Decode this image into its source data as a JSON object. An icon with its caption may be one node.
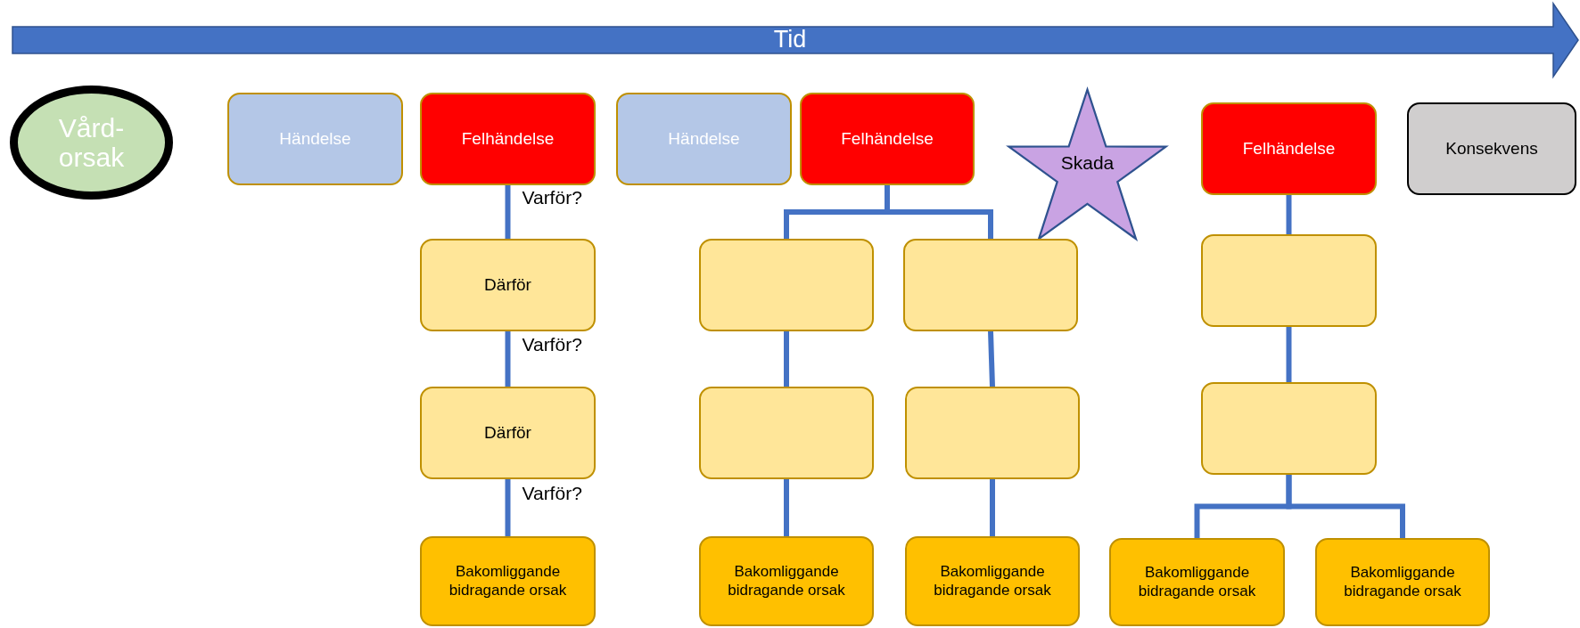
{
  "diagram": {
    "nodes": [
      {
        "text": [
          "Vård-orsak"
        ]
      },
      {
        "text": [
          "Händelse"
        ]
      },
      {
        "text": [
          "Felhändelse"
        ]
      },
      {
        "text": [
          "Händelse"
        ]
      },
      {
        "text": [
          "Felhändelse"
        ]
      },
      {
        "text": [
          "Skada"
        ]
      },
      {
        "text": [
          "Felhändelse"
        ]
      },
      {
        "text": [
          "Konsekvens"
        ]
      },
      {
        "text": [
          "Därför"
        ]
      },
      {
        "text": [
          "Därför"
        ]
      },
      {
        "text": [
          "Bakomliggande bidragande orsak"
        ]
      },
      {
        "text": [],
        "shape": "box"
      },
      {
        "text": [],
        "shape": "box"
      },
      {
        "text": [
          "Bakomliggande bidragande orsak"
        ]
      },
      {
        "text": [],
        "shape": "box"
      },
      {
        "text": [],
        "shape": "box"
      },
      {
        "text": [
          "Bakomliggande bidragande orsak"
        ]
      },
      {
        "text": [],
        "shape": "box"
      },
      {
        "text": [],
        "shape": "box"
      },
      {
        "text": [
          "Bakomliggande bidragande orsak"
        ]
      },
      {
        "text": [
          "Bakomliggande bidragande orsak"
        ]
      }
    ],
    "edges": [
      {
        "from": 2,
        "to": 8,
        "arrow": "none",
        "label": "Varför?"
      },
      {
        "from": 8,
        "to": 9,
        "arrow": "none",
        "label": "Varför?"
      },
      {
        "from": 9,
        "to": 10,
        "arrow": "none",
        "label": "Varför?"
      },
      {
        "from": 4,
        "to": 11,
        "arrow": "none"
      },
      {
        "from": 4,
        "to": 14,
        "arrow": "none"
      },
      {
        "from": 11,
        "to": 12,
        "arrow": "none"
      },
      {
        "from": 12,
        "to": 13,
        "arrow": "none"
      },
      {
        "from": 14,
        "to": 15,
        "arrow": "none"
      },
      {
        "from": 15,
        "to": 16,
        "arrow": "none"
      },
      {
        "from": 6,
        "to": 17,
        "arrow": "none"
      },
      {
        "from": 17,
        "to": 18,
        "arrow": "none"
      },
      {
        "from": 18,
        "to": 19,
        "arrow": "none"
      },
      {
        "from": 18,
        "to": 20,
        "arrow": "none"
      }
    ],
    "labels": [
      "Tid"
    ]
  }
}
